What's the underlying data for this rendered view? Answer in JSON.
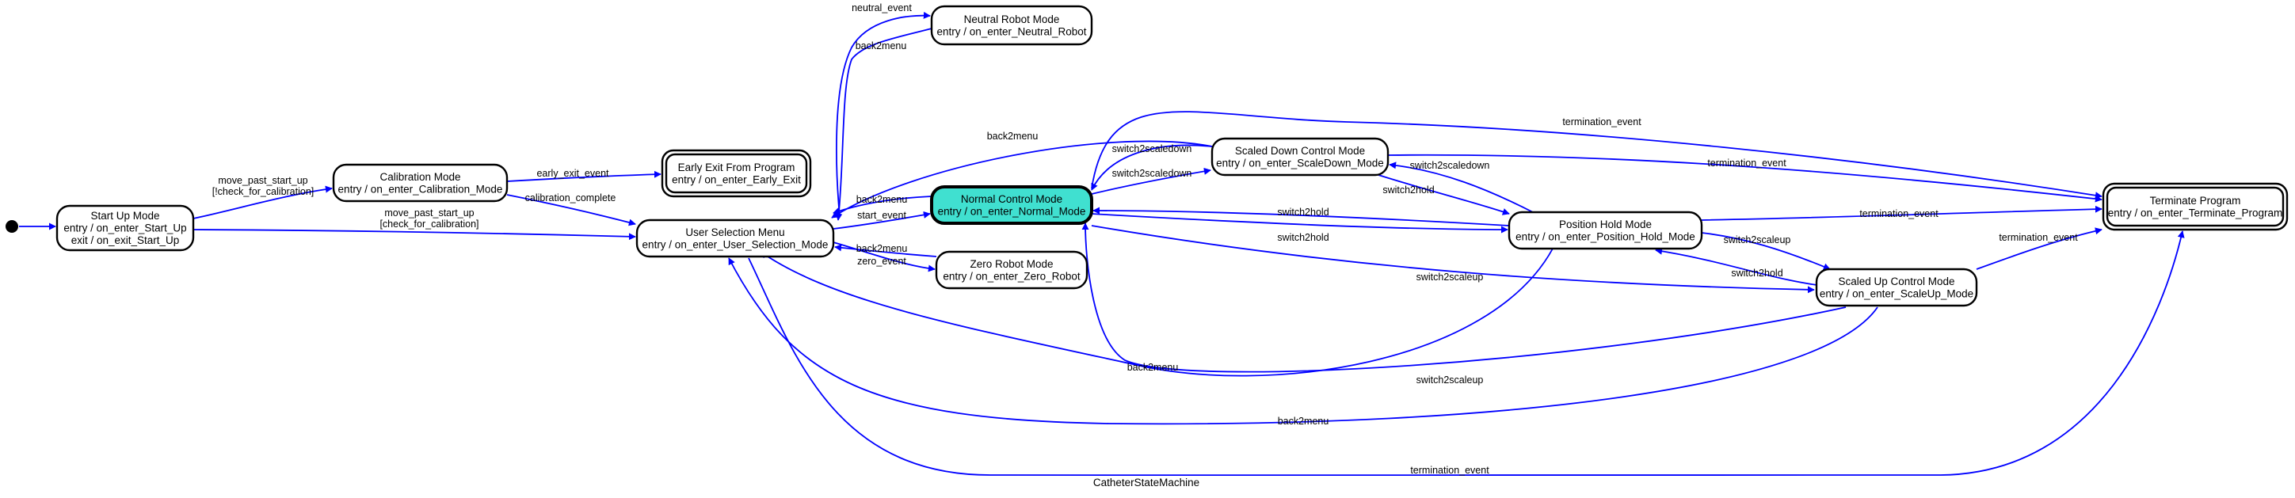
{
  "diagram": {
    "title": "CatheterStateMachine",
    "colors": {
      "edge": "#0000ff",
      "active_state_fill": "#40e0d0",
      "border": "#000000"
    },
    "states": [
      {
        "id": "start_up",
        "name": "Start Up Mode",
        "lines": [
          "entry / on_enter_Start_Up",
          "exit / on_exit_Start_Up"
        ]
      },
      {
        "id": "calibration",
        "name": "Calibration Mode",
        "lines": [
          "entry / on_enter_Calibration_Mode"
        ]
      },
      {
        "id": "early_exit",
        "name": "Early Exit From Program",
        "lines": [
          "entry / on_enter_Early_Exit"
        ]
      },
      {
        "id": "user_selection",
        "name": "User Selection Menu",
        "lines": [
          "entry / on_enter_User_Selection_Mode"
        ]
      },
      {
        "id": "neutral",
        "name": "Neutral Robot Mode",
        "lines": [
          "entry / on_enter_Neutral_Robot"
        ]
      },
      {
        "id": "normal",
        "name": "Normal Control Mode",
        "lines": [
          "entry / on_enter_Normal_Mode"
        ],
        "active": true
      },
      {
        "id": "zero",
        "name": "Zero Robot Mode",
        "lines": [
          "entry / on_enter_Zero_Robot"
        ]
      },
      {
        "id": "scaled_down",
        "name": "Scaled Down Control Mode",
        "lines": [
          "entry / on_enter_ScaleDown_Mode"
        ]
      },
      {
        "id": "position_hold",
        "name": "Position Hold Mode",
        "lines": [
          "entry / on_enter_Position_Hold_Mode"
        ]
      },
      {
        "id": "scaled_up",
        "name": "Scaled Up Control Mode",
        "lines": [
          "entry / on_enter_ScaleUp_Mode"
        ]
      },
      {
        "id": "terminate",
        "name": "Terminate Program",
        "lines": [
          "entry / on_enter_Terminate_Program"
        ]
      }
    ],
    "transitions": [
      {
        "id": "t_init",
        "label": ""
      },
      {
        "id": "t_su_cal",
        "label": "move_past_start_up\n[!check_for_calibration]"
      },
      {
        "id": "t_su_usm",
        "label": "move_past_start_up\n[check_for_calibration]"
      },
      {
        "id": "t_cal_early",
        "label": "early_exit_event"
      },
      {
        "id": "t_cal_usm",
        "label": "calibration_complete"
      },
      {
        "id": "t_usm_neutral",
        "label": "neutral_event"
      },
      {
        "id": "t_neutral_usm",
        "label": "back2menu"
      },
      {
        "id": "t_usm_normal",
        "label": "start_event"
      },
      {
        "id": "t_normal_usm",
        "label": "back2menu"
      },
      {
        "id": "t_usm_zero",
        "label": "zero_event"
      },
      {
        "id": "t_zero_usm",
        "label": "back2menu"
      },
      {
        "id": "t_sd_usm",
        "label": "back2menu"
      },
      {
        "id": "t_sd_normal",
        "label": "switch2scaledown"
      },
      {
        "id": "t_normal_sd",
        "label": "switch2scaledown"
      },
      {
        "id": "t_normal_ph",
        "label": "switch2hold"
      },
      {
        "id": "t_ph_normal",
        "label": "switch2hold"
      },
      {
        "id": "t_ph_sd",
        "label": "switch2scaledown"
      },
      {
        "id": "t_sd_ph",
        "label": "switch2hold"
      },
      {
        "id": "t_normal_su",
        "label": "switch2scaleup"
      },
      {
        "id": "t_ph_su",
        "label": "switch2scaleup"
      },
      {
        "id": "t_su_ph",
        "label": "switch2hold"
      },
      {
        "id": "t_ph_usm",
        "label": "back2menu"
      },
      {
        "id": "t_sup_normal",
        "label": "switch2scaleup"
      },
      {
        "id": "t_sup_usm",
        "label": "back2menu"
      },
      {
        "id": "t_normal_term",
        "label": "termination_event"
      },
      {
        "id": "t_sd_term",
        "label": "termination_event"
      },
      {
        "id": "t_ph_term",
        "label": "termination_event"
      },
      {
        "id": "t_sup_term",
        "label": "termination_event"
      },
      {
        "id": "t_usm_term",
        "label": "termination_event"
      }
    ]
  }
}
